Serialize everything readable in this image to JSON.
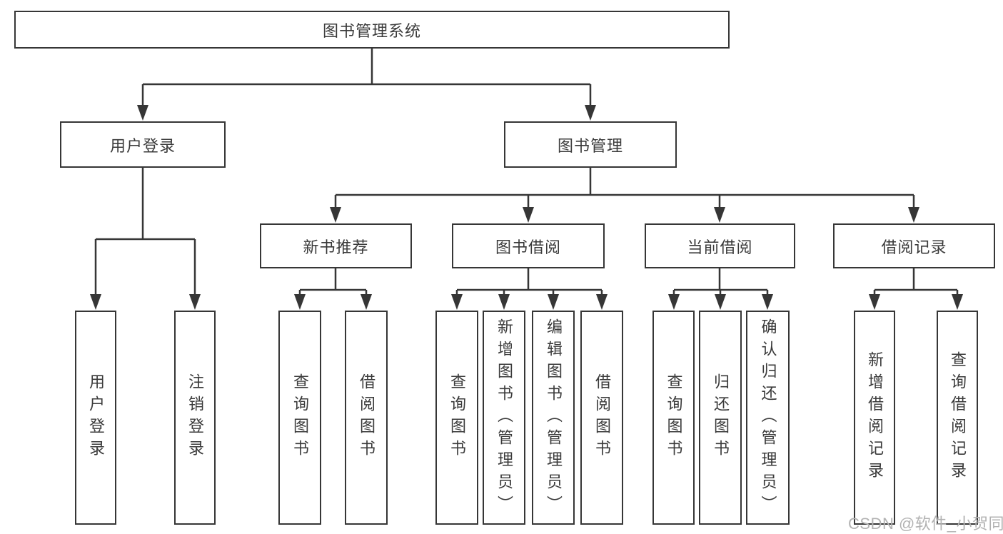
{
  "diagram": {
    "root": "图书管理系统",
    "level2": {
      "user_login": "用户登录",
      "book_mgmt": "图书管理"
    },
    "level3": {
      "new_book_rec": "新书推荐",
      "book_borrow": "图书借阅",
      "current_borrow": "当前借阅",
      "borrow_records": "借阅记录"
    },
    "leaves": {
      "user_login": "用户登录",
      "logout": "注销登录",
      "query_book_1": "查询图书",
      "borrow_book_1": "借阅图书",
      "query_book_2": "查询图书",
      "add_book_admin": "新增图书（管理员）",
      "edit_book_admin": "编辑图书（管理员）",
      "borrow_book_2": "借阅图书",
      "query_book_3": "查询图书",
      "return_book": "归还图书",
      "confirm_return_admin": "确认归还（管理员）",
      "add_borrow_record": "新增借阅记录",
      "query_borrow_record": "查询借阅记录"
    }
  },
  "watermark": "CSDN @软件_小贺同学",
  "colors": {
    "line": "#363636",
    "text": "#3a3a3a",
    "watermark": "#b2b2b2",
    "background": "#ffffff"
  }
}
